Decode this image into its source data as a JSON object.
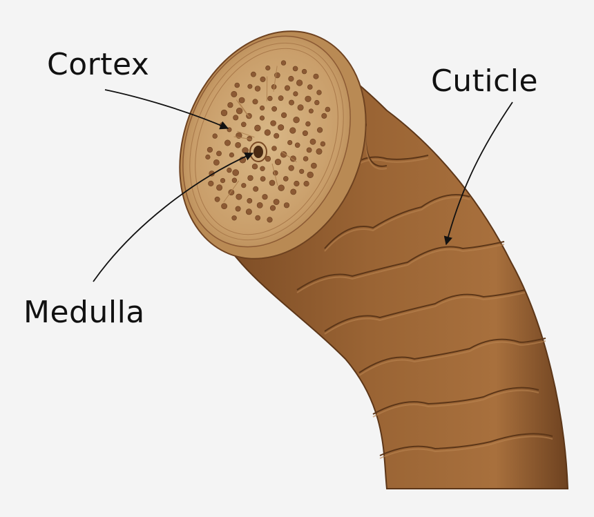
{
  "labels": {
    "cortex": "Cortex",
    "cuticle": "Cuticle",
    "medulla": "Medulla"
  },
  "colors": {
    "background": "#f4f4f4",
    "shaft_dark": "#7a4a24",
    "shaft_mid": "#9a6434",
    "shaft_light": "#b07a48",
    "cross_section": "#caa26f",
    "cell_fill": "#d8b583",
    "granule": "#8c5a34",
    "arrow": "#111111"
  }
}
